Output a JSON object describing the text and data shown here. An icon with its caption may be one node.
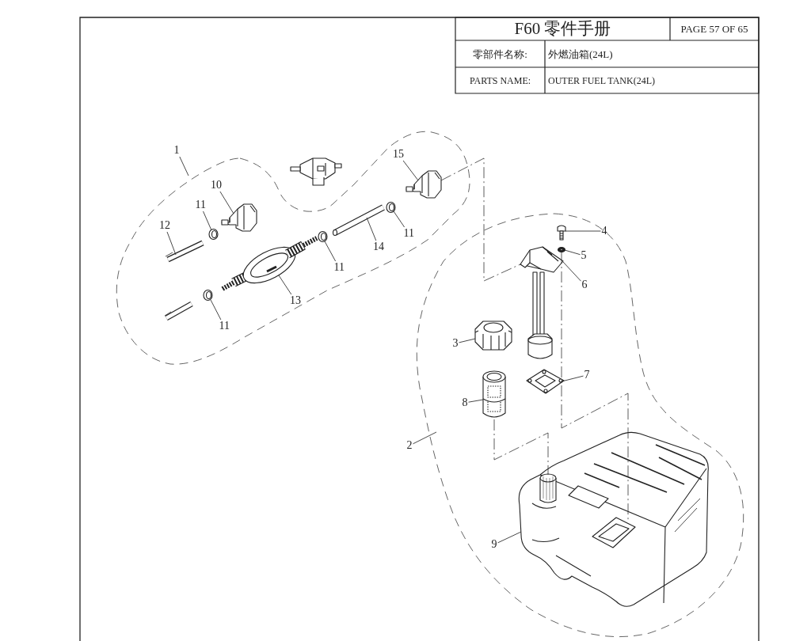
{
  "diagram": {
    "title": "F60 零件手册",
    "nodes": [
      {
        "text": [
          "1"
        ]
      },
      {
        "text": [
          "15"
        ]
      },
      {
        "text": [],
        "shape": "picture"
      },
      {
        "text": [
          "10"
        ]
      },
      {
        "text": [],
        "shape": "picture"
      },
      {
        "text": [
          "11"
        ]
      },
      {
        "text": [],
        "shape": "picture"
      },
      {
        "text": [
          "12"
        ]
      },
      {
        "text": [],
        "shape": "picture"
      },
      {
        "text": [
          "4"
        ]
      },
      {
        "text": [],
        "shape": "picture"
      },
      {
        "text": [
          "11"
        ]
      },
      {
        "text": [],
        "shape": "picture"
      },
      {
        "text": [
          "14"
        ]
      },
      {
        "text": [],
        "shape": "picture"
      },
      {
        "text": [
          "5"
        ]
      },
      {
        "text": [],
        "shape": "picture"
      },
      {
        "text": [
          "11"
        ]
      },
      {
        "text": [],
        "shape": "picture"
      },
      {
        "text": [
          "6"
        ]
      },
      {
        "text": [],
        "shape": "picture"
      },
      {
        "text": [
          "13"
        ]
      },
      {
        "text": [],
        "shape": "picture"
      },
      {
        "text": [
          "11"
        ]
      },
      {
        "text": [],
        "shape": "picture"
      },
      {
        "text": [
          "3"
        ]
      },
      {
        "text": [],
        "shape": "picture"
      },
      {
        "text": [
          "7"
        ]
      },
      {
        "text": [],
        "shape": "picture"
      },
      {
        "text": [
          "8"
        ]
      },
      {
        "text": [],
        "shape": "picture"
      },
      {
        "text": [
          "2"
        ]
      },
      {
        "text": [
          "9"
        ]
      },
      {
        "text": [],
        "shape": "picture"
      }
    ],
    "edges": [
      {
        "from": 0,
        "to": null,
        "arrow": "none"
      },
      {
        "from": 1,
        "to": 2,
        "arrow": "none"
      },
      {
        "from": 3,
        "to": 4,
        "arrow": "none"
      },
      {
        "from": 5,
        "to": 6,
        "arrow": "none"
      },
      {
        "from": 7,
        "to": 8,
        "arrow": "none"
      },
      {
        "from": 9,
        "to": 10,
        "arrow": "none"
      },
      {
        "from": 11,
        "to": 12,
        "arrow": "none"
      },
      {
        "from": 13,
        "to": 14,
        "arrow": "none"
      },
      {
        "from": 15,
        "to": 16,
        "arrow": "none"
      },
      {
        "from": 17,
        "to": 18,
        "arrow": "none"
      },
      {
        "from": 19,
        "to": 20,
        "arrow": "none"
      },
      {
        "from": 21,
        "to": 22,
        "arrow": "none"
      },
      {
        "from": 23,
        "to": 24,
        "arrow": "none"
      },
      {
        "from": 25,
        "to": 26,
        "arrow": "none"
      },
      {
        "from": 27,
        "to": 28,
        "arrow": "none"
      },
      {
        "from": 29,
        "to": 30,
        "arrow": "none"
      },
      {
        "from": 31,
        "to": null,
        "arrow": "none"
      },
      {
        "from": 32,
        "to": 33,
        "arrow": "none"
      },
      {
        "from": 2,
        "to": 20,
        "arrow": "none",
        "style": "dashed"
      },
      {
        "from": 16,
        "to": 33,
        "arrow": "none",
        "style": "dashed"
      },
      {
        "from": 30,
        "to": 33,
        "arrow": "none",
        "style": "dashed"
      }
    ],
    "labels": [
      "PAGE 57 OF 65",
      "零部件名称:",
      "外燃油箱(24L)",
      "PARTS NAME:",
      "OUTER FUEL TANK(24L)"
    ]
  }
}
